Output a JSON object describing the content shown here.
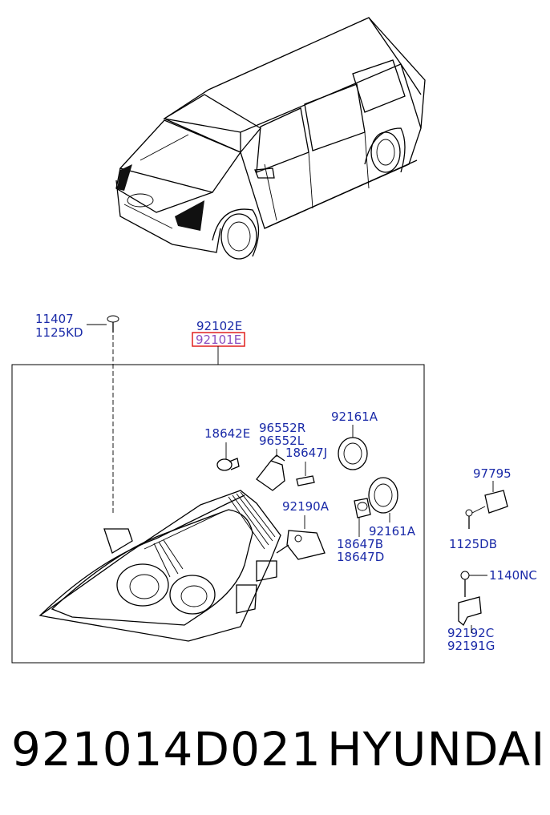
{
  "diagram": {
    "callouts": {
      "c11407": "11407",
      "c1125KD": "1125KD",
      "c92102E": "92102E",
      "c92101E": "92101E",
      "c18642E": "18642E",
      "c96552R": "96552R",
      "c96552L": "96552L",
      "c18647J": "18647J",
      "c92161A_top": "92161A",
      "c92190A": "92190A",
      "c92161A_bottom": "92161A",
      "c18647B": "18647B",
      "c18647D": "18647D",
      "c97795": "97795",
      "c1125DB": "1125DB",
      "c1140NC": "1140NC",
      "c92192C": "92192C",
      "c92191G": "92191G"
    },
    "highlight_color": "#e0201e",
    "label_color": "#1a2aa8"
  },
  "footer": {
    "part_number": "921014D021",
    "brand": "HYUNDAI"
  }
}
